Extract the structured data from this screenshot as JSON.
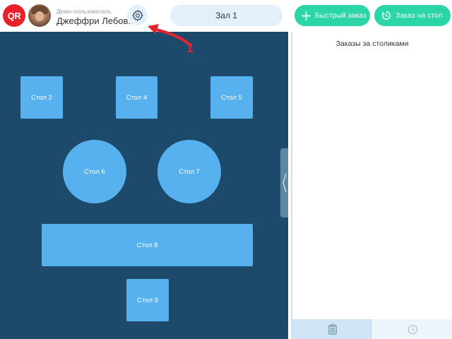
{
  "header": {
    "logo_text": "QR",
    "user_role": "Демо-пользователь",
    "user_name": "Джеффри Лебов...",
    "hall_tab": "Зал 1",
    "quick_order_label": "Быстрый заказ",
    "table_order_label": "Заказ на стол"
  },
  "floor": {
    "tables": [
      {
        "label": "Стол 2",
        "shape": "square"
      },
      {
        "label": "Стол 4",
        "shape": "square"
      },
      {
        "label": "Стол 5",
        "shape": "square"
      },
      {
        "label": "Стол 6",
        "shape": "round"
      },
      {
        "label": "Стол 7",
        "shape": "round"
      },
      {
        "label": "Стол 8",
        "shape": "rectangle"
      },
      {
        "label": "Стол 9",
        "shape": "square"
      }
    ]
  },
  "panel": {
    "title": "Заказы за столиками",
    "tabs": [
      {
        "icon": "clipboard-icon"
      },
      {
        "icon": "clock-icon"
      }
    ]
  },
  "annotation": {
    "callout_number": "1"
  },
  "colors": {
    "accent_green": "#2bd5a6",
    "floor_bg": "#1d4a6b",
    "table_blue": "#56b1ee",
    "logo_red": "#e8202a"
  }
}
